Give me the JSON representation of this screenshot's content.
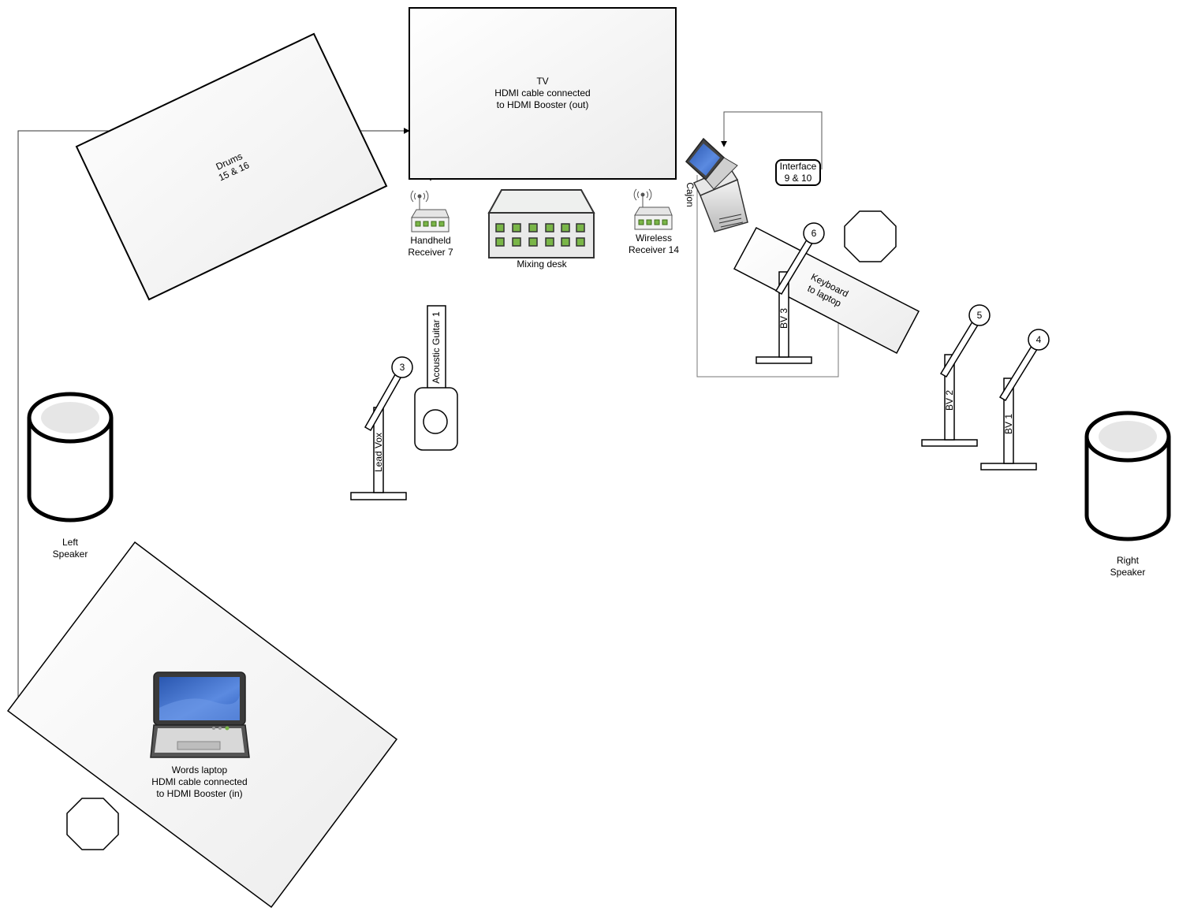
{
  "tv": {
    "line1": "TV",
    "line2": "HDMI cable connected",
    "line3": "to HDMI Booster (out)"
  },
  "drums": {
    "line1": "Drums",
    "line2": "15 & 16"
  },
  "handheld_receiver": {
    "line1": "Handheld",
    "line2": "Receiver 7"
  },
  "mixing_desk": {
    "label": "Mixing desk"
  },
  "wireless_receiver": {
    "line1": "Wireless",
    "line2": "Receiver 14"
  },
  "cajon": {
    "label": "Cajon"
  },
  "interface": {
    "line1": "Interface",
    "line2": "9 & 10"
  },
  "keyboard": {
    "line1": "Keyboard",
    "line2": "to laptop"
  },
  "acoustic_guitar": {
    "label": "Acoustic Guitar 1"
  },
  "mics": {
    "lead_vox": {
      "number": "3",
      "label": "Lead Vox"
    },
    "bv3": {
      "number": "6",
      "label": "BV 3"
    },
    "bv2": {
      "number": "5",
      "label": "BV 2"
    },
    "bv1": {
      "number": "4",
      "label": "BV 1"
    }
  },
  "left_speaker": {
    "line1": "Left",
    "line2": "Speaker"
  },
  "right_speaker": {
    "line1": "Right",
    "line2": "Speaker"
  },
  "words_laptop": {
    "line1": "Words laptop",
    "line2": "HDMI cable connected",
    "line3": "to HDMI Booster (in)"
  },
  "colors": {
    "stroke": "#000000",
    "cable": "#555555",
    "panel_fill": "#f3f3f3",
    "receiver_led": "#7ab648",
    "speaker_top": "#e6e6e6",
    "laptop_screen": "#3b6cc4"
  }
}
